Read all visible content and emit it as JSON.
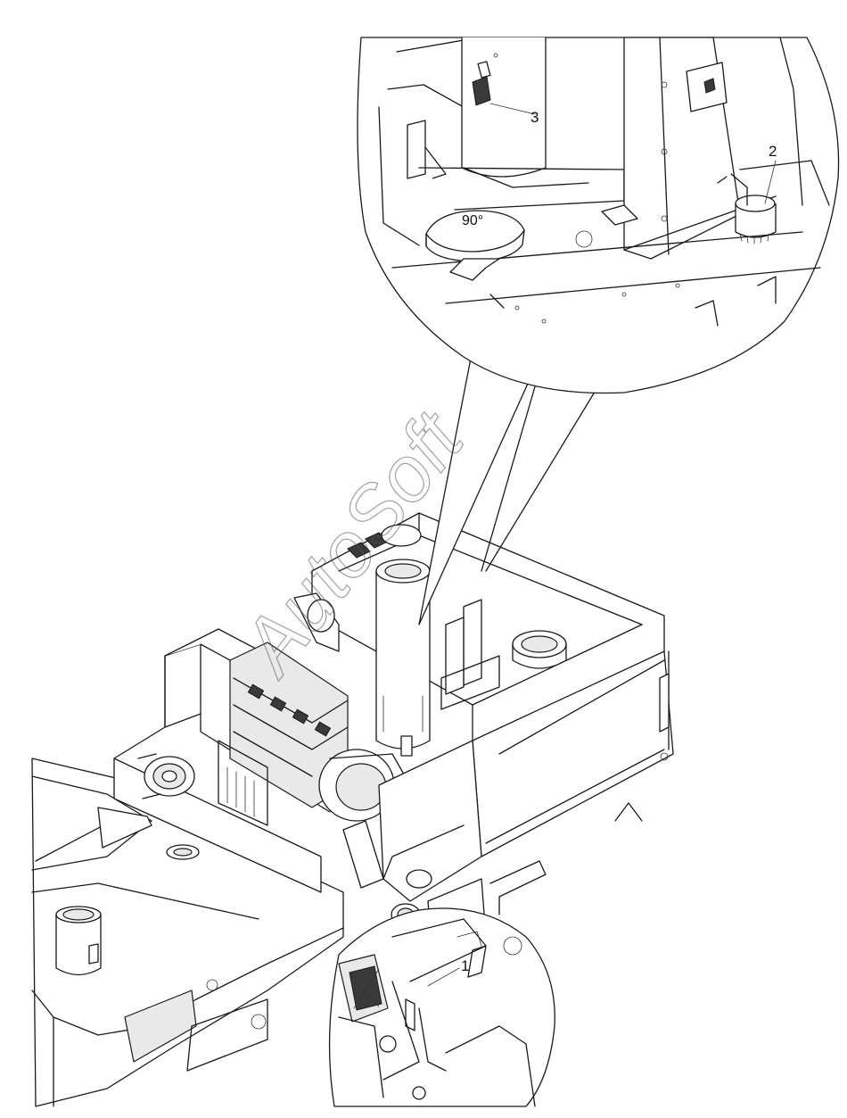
{
  "figure": {
    "callouts": [
      {
        "id": "1",
        "label": "1"
      },
      {
        "id": "2",
        "label": "2"
      },
      {
        "id": "3",
        "label": "3"
      }
    ],
    "rotation_label": "90°",
    "watermark": "AutoSoft"
  }
}
